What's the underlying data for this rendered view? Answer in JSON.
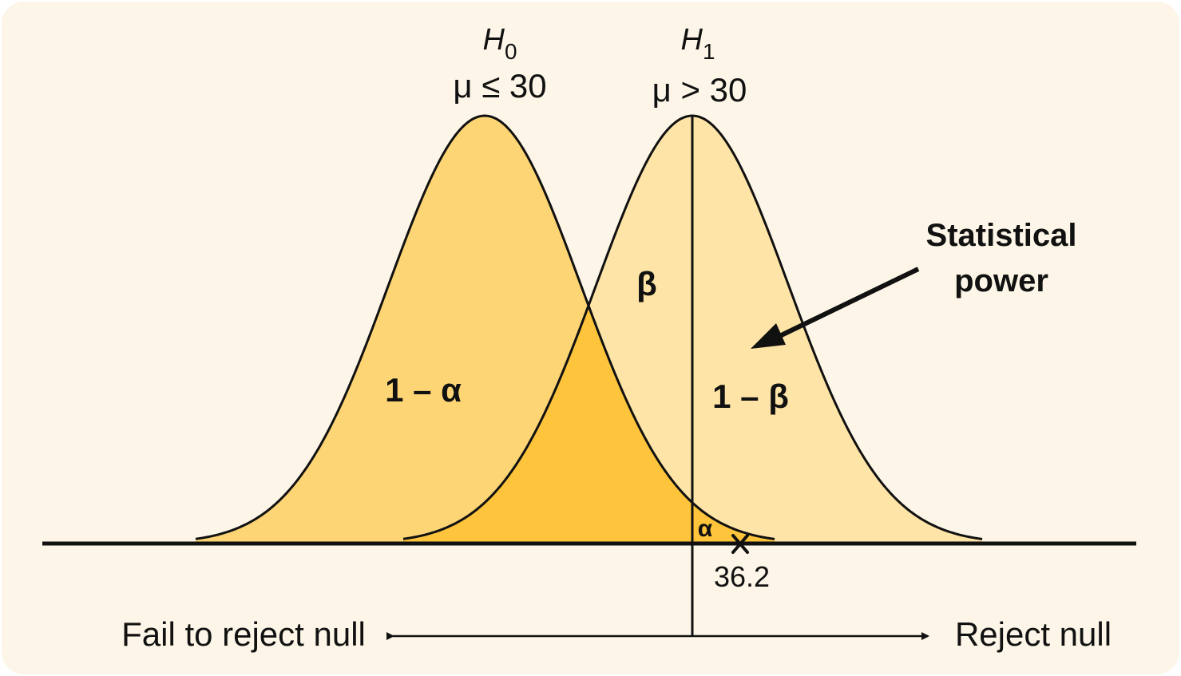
{
  "hypotheses": {
    "null": {
      "symbol": "H",
      "subscript": "0",
      "condition": "μ ≤ 30"
    },
    "alternative": {
      "symbol": "H",
      "subscript": "1",
      "condition": "μ > 30"
    }
  },
  "regions": {
    "one_minus_alpha": "1 – α",
    "beta": "β",
    "one_minus_beta": "1 – β",
    "alpha": "α"
  },
  "annotation": {
    "line1": "Statistical",
    "line2": "power"
  },
  "critical_value": "36.2",
  "decisions": {
    "left": "Fail to reject null",
    "right": "Reject null"
  },
  "colors": {
    "background": "#fdf6e8",
    "h0_fill": "#fdd574",
    "h1_fill": "#fee4a6",
    "overlap_fill": "#fdc43c",
    "stroke": "#111111"
  }
}
